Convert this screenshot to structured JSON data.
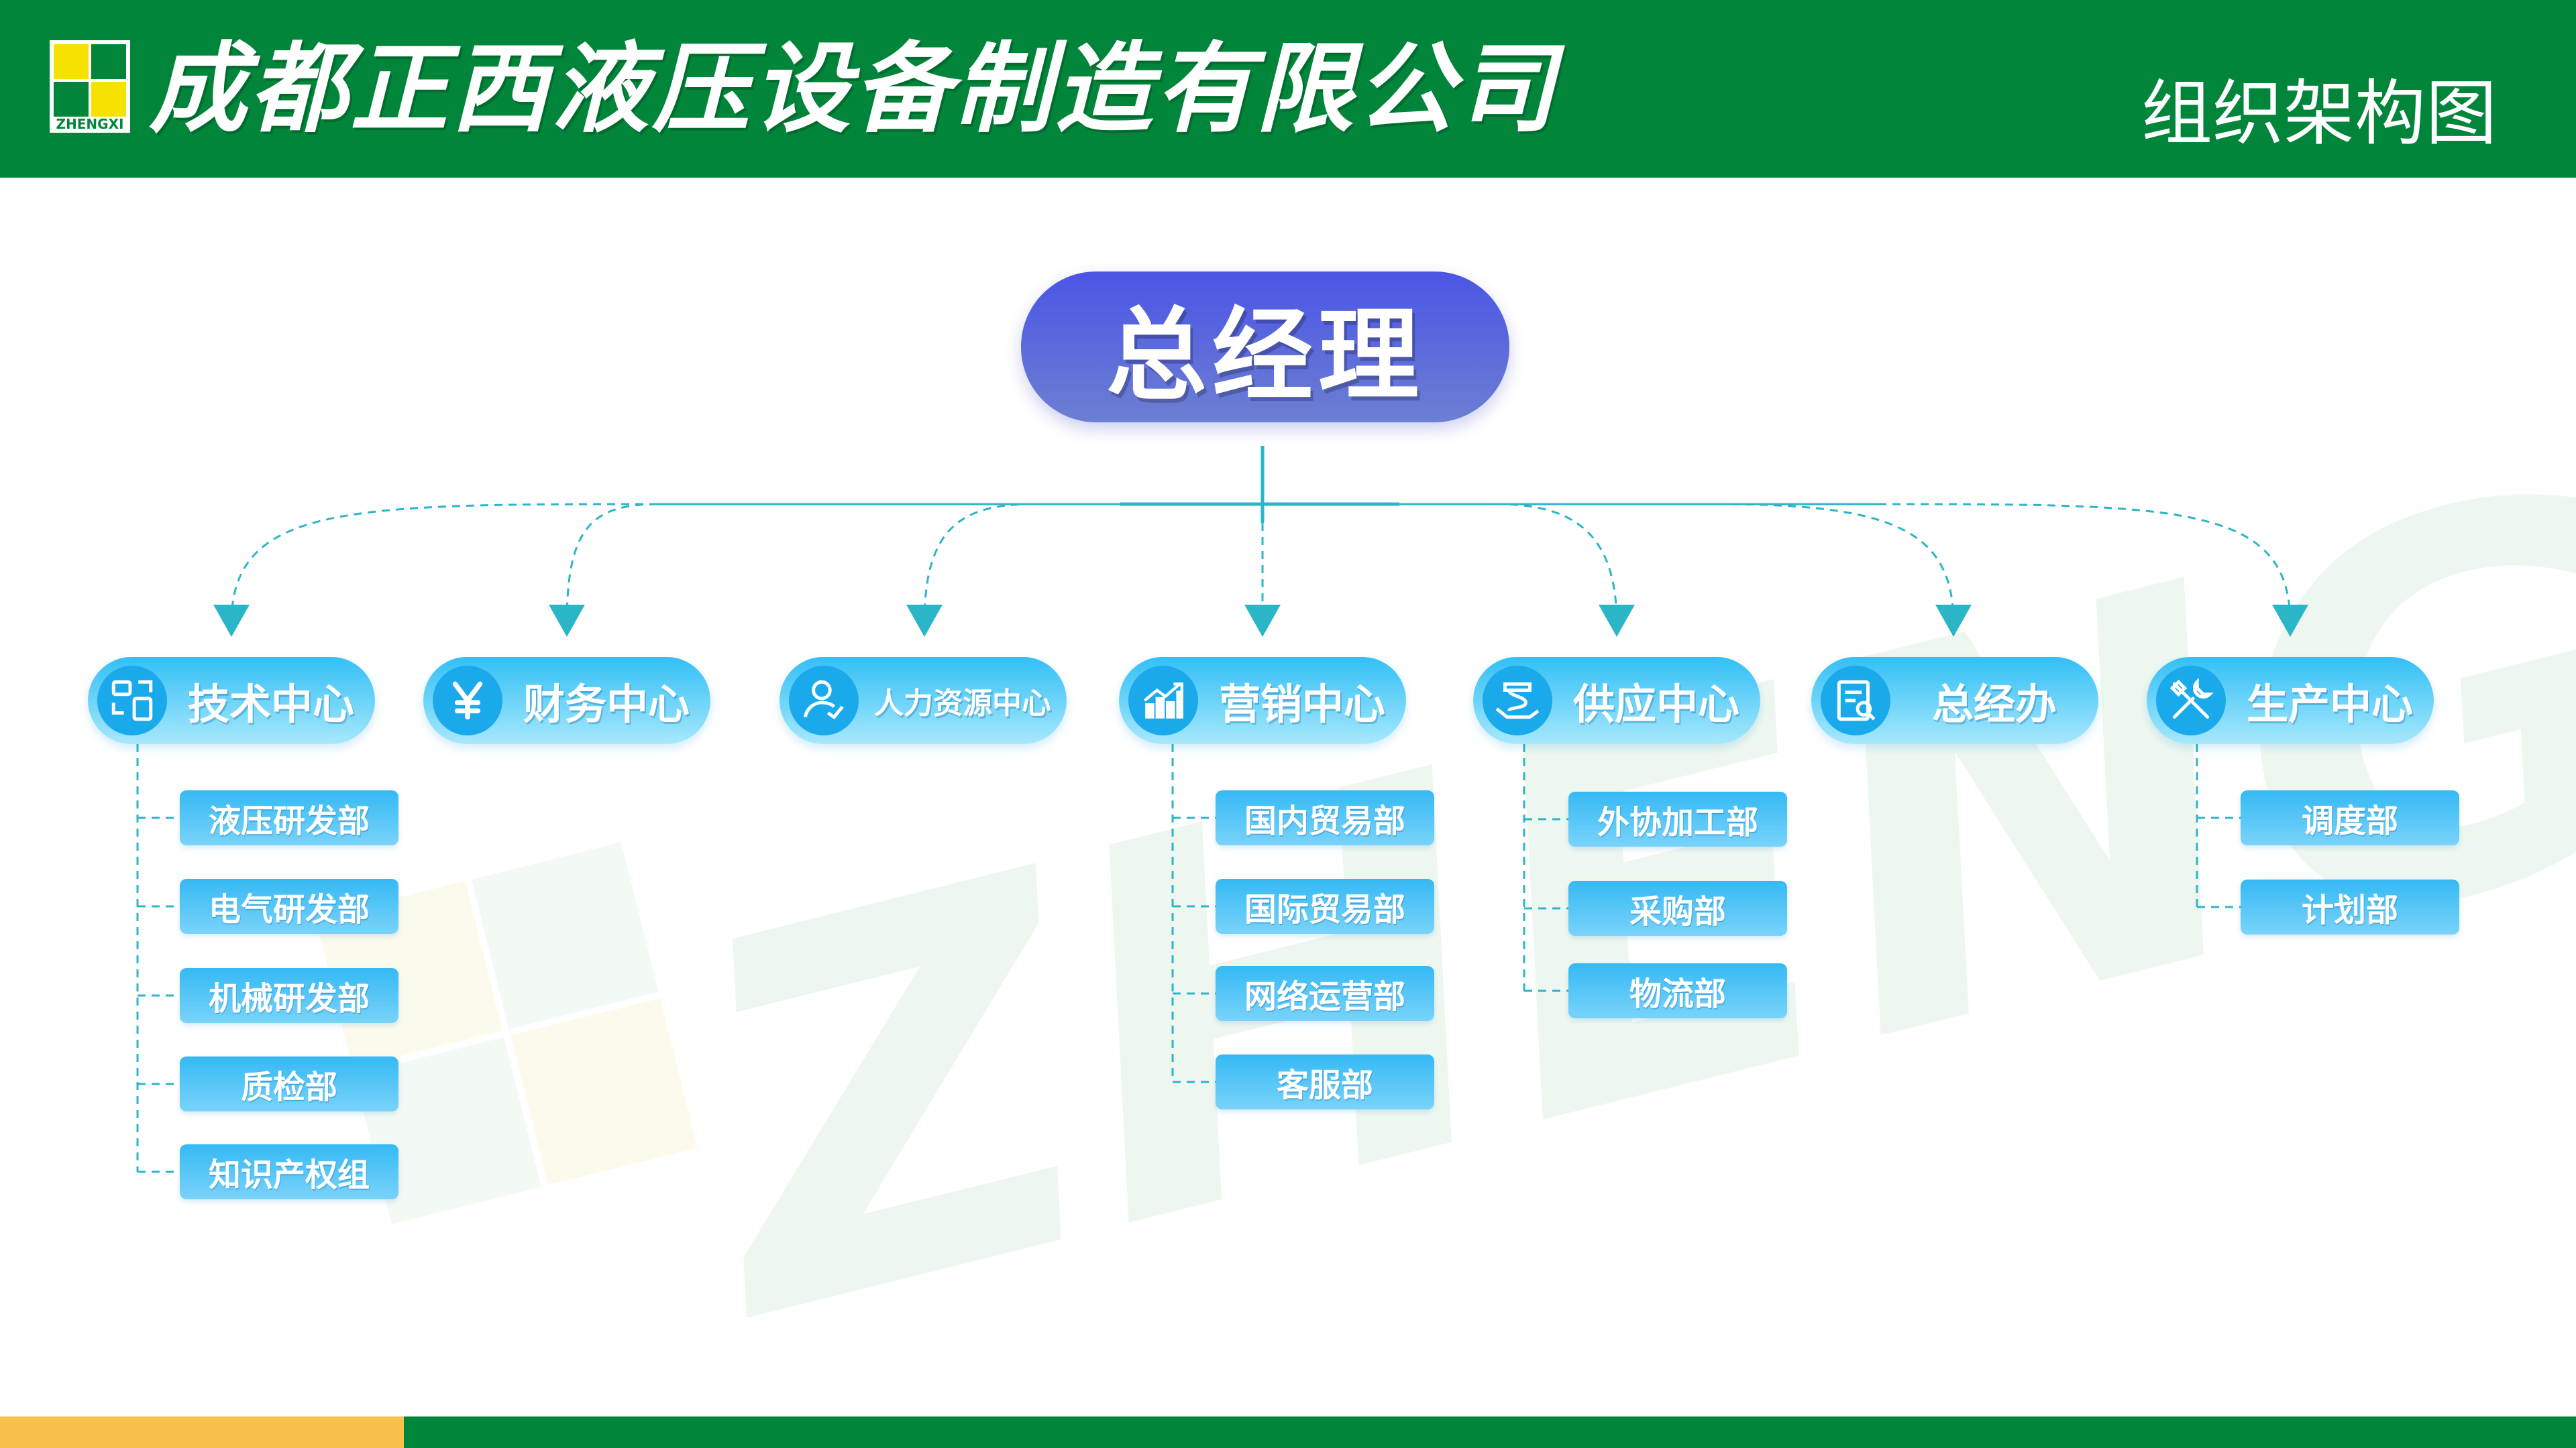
{
  "header": {
    "company_name": "成都正西液压设备制造有限公司",
    "subtitle": "组织架构图",
    "logo_text": "ZHENGXI"
  },
  "watermark_text": "ZHENGXI",
  "general_manager": {
    "label": "总经理"
  },
  "centers": [
    {
      "label": "技术中心",
      "icon": "devices-icon",
      "departments": [
        "液压研发部",
        "电气研发部",
        "机械研发部",
        "质检部",
        "知识产权组"
      ]
    },
    {
      "label": "财务中心",
      "icon": "yen-icon",
      "departments": []
    },
    {
      "label": "人力资源中心",
      "icon": "person-icon",
      "departments": []
    },
    {
      "label": "营销中心",
      "icon": "chart-up-icon",
      "departments": [
        "国内贸易部",
        "国际贸易部",
        "网络运营部",
        "客服部"
      ]
    },
    {
      "label": "供应中心",
      "icon": "supply-hand-icon",
      "departments": [
        "外协加工部",
        "采购部",
        "物流部"
      ]
    },
    {
      "label": "总经办",
      "icon": "document-icon",
      "departments": []
    },
    {
      "label": "生产中心",
      "icon": "tools-icon",
      "departments": [
        "调度部",
        "计划部"
      ]
    }
  ],
  "colors": {
    "header_green": "#00853a",
    "footer_yellow": "#f7c14b",
    "gm_gradient_top": "#4b55e6",
    "gm_gradient_bottom": "#6c7fd2",
    "center_blue": "#32bff6",
    "connector": "#2bb6c8"
  }
}
